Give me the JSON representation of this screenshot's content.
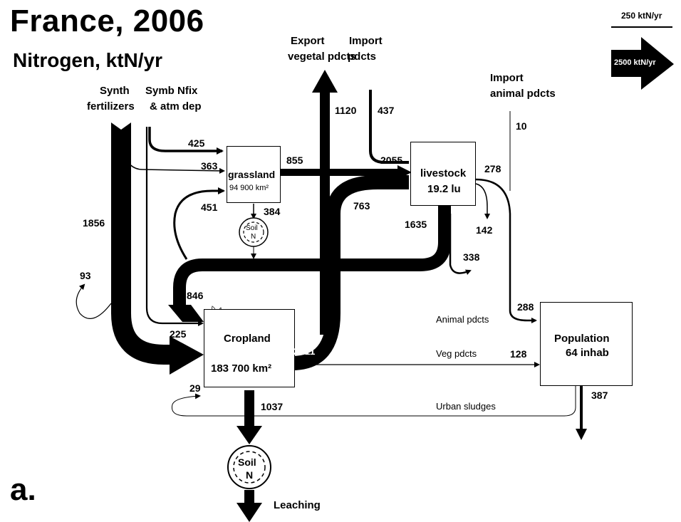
{
  "title": "France, 2006",
  "subtitle": "Nitrogen, ktN/yr",
  "panel_label": "a.",
  "legend": {
    "thin_label": "250 ktN/yr",
    "thick_label": "2500 ktN/yr"
  },
  "inputs": {
    "synth_line1": "Synth",
    "synth_line2": "fertilizers",
    "symb_line1": "Symb Nfix",
    "symb_line2": "& atm dep",
    "export_veg_line1": "Export",
    "export_veg_line2": "vegetal pdcts",
    "import_veg_line1": "Import",
    "import_veg_line2": "pdcts",
    "import_animal_line1": "Import",
    "import_animal_line2": "animal pdcts"
  },
  "nodes": {
    "grassland_name": "grassland",
    "grassland_area": "94 900 km²",
    "livestock_name": "livestock",
    "livestock_units": "19.2 lu",
    "cropland_name": "Cropland",
    "cropland_area": "183 700 km²",
    "population_name": "Population",
    "population_size": "64 inhab",
    "soil_label": "Soil",
    "soil_n": "N"
  },
  "flows": {
    "synth_total": "1856",
    "synth_to_grassland": "363",
    "symb_to_grassland": "425",
    "symb_to_cropland": "225",
    "synth_loss": "93",
    "grassland_to_livestock": "855",
    "grassland_to_soil": "384",
    "cropland_to_grassland": "451",
    "export_veg": "1120",
    "import_veg": "437",
    "livestock_in_total": "2055",
    "cropland_to_livestock": "763",
    "livestock_manure": "1635",
    "manure_to_cropland": "846",
    "livestock_loss_338": "338",
    "livestock_loss_142": "142",
    "import_animal": "10",
    "livestock_to_population": "278",
    "animal_pdcts_in": "288",
    "cropland_out": "2011",
    "veg_pdcts": "128",
    "urban_sludge_return": "29",
    "cropland_leaching": "1037",
    "population_out": "387"
  },
  "flow_labels": {
    "animal_pdcts": "Animal pdcts",
    "veg_pdcts": "Veg pdcts",
    "urban_sludges": "Urban sludges",
    "leaching": "Leaching"
  },
  "colors": {
    "ink": "#000000",
    "background": "#ffffff"
  }
}
